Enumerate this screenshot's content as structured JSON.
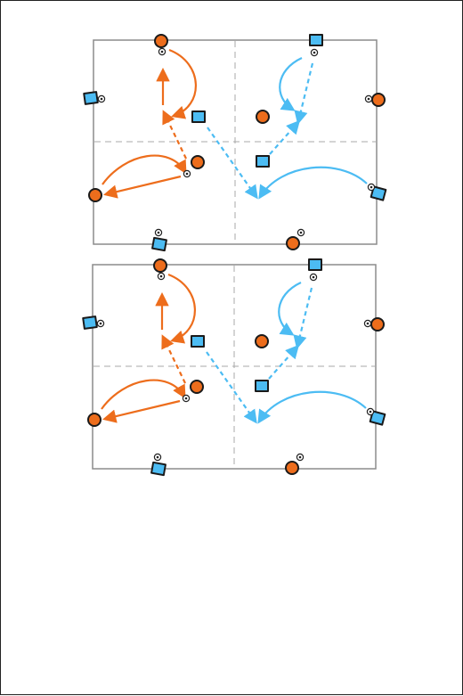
{
  "colors": {
    "orange": "#ed6d1c",
    "blue": "#4cbcf3",
    "pitch_line": "#8c8c8c",
    "midline": "#a8a8a8",
    "player_outline": "#1a1a1a",
    "ball": "#222222"
  },
  "icon_names": {
    "orange_player": "orange-player-icon",
    "blue_player": "blue-player-icon",
    "ball": "soccer-ball-icon"
  },
  "diagrams": [
    {
      "id": "diagram-1",
      "orange_players": 6,
      "blue_players": 6,
      "balls": 8
    },
    {
      "id": "diagram-2",
      "orange_players": 6,
      "blue_players": 6,
      "balls": 8
    }
  ]
}
